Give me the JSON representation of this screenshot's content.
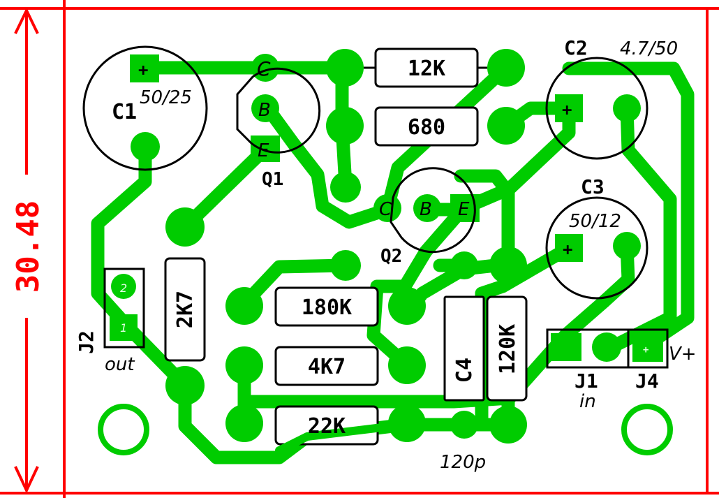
{
  "dimension": "30.48",
  "components": {
    "c1": {
      "name": "C1",
      "value": "50/25",
      "plus": "+"
    },
    "c2": {
      "name": "C2",
      "value": "4.7/50",
      "plus": "+"
    },
    "c3": {
      "name": "C3",
      "value": "50/12",
      "plus": "+"
    },
    "c4": {
      "name": "C4"
    },
    "q1": {
      "name": "Q1",
      "pins": {
        "c": "C",
        "b": "B",
        "e": "E"
      }
    },
    "q2": {
      "name": "Q2",
      "pins": {
        "c": "C",
        "b": "B",
        "e": "E"
      }
    },
    "r12k": "12K",
    "r680": "680",
    "r180k": "180K",
    "r4k7": "4K7",
    "r22k": "22K",
    "r2k7": "2K7",
    "r120k": "120K",
    "cap120p": "120p"
  },
  "connectors": {
    "j1": {
      "name": "J1",
      "label": "in"
    },
    "j2": {
      "name": "J2",
      "label": "out",
      "pin1": "1",
      "pin2": "2"
    },
    "j4": {
      "name": "J4",
      "label": "V+",
      "plus": "+"
    }
  },
  "colors": {
    "copper": "#00cc00",
    "dimension": "#ff0000",
    "outline": "#000000"
  }
}
